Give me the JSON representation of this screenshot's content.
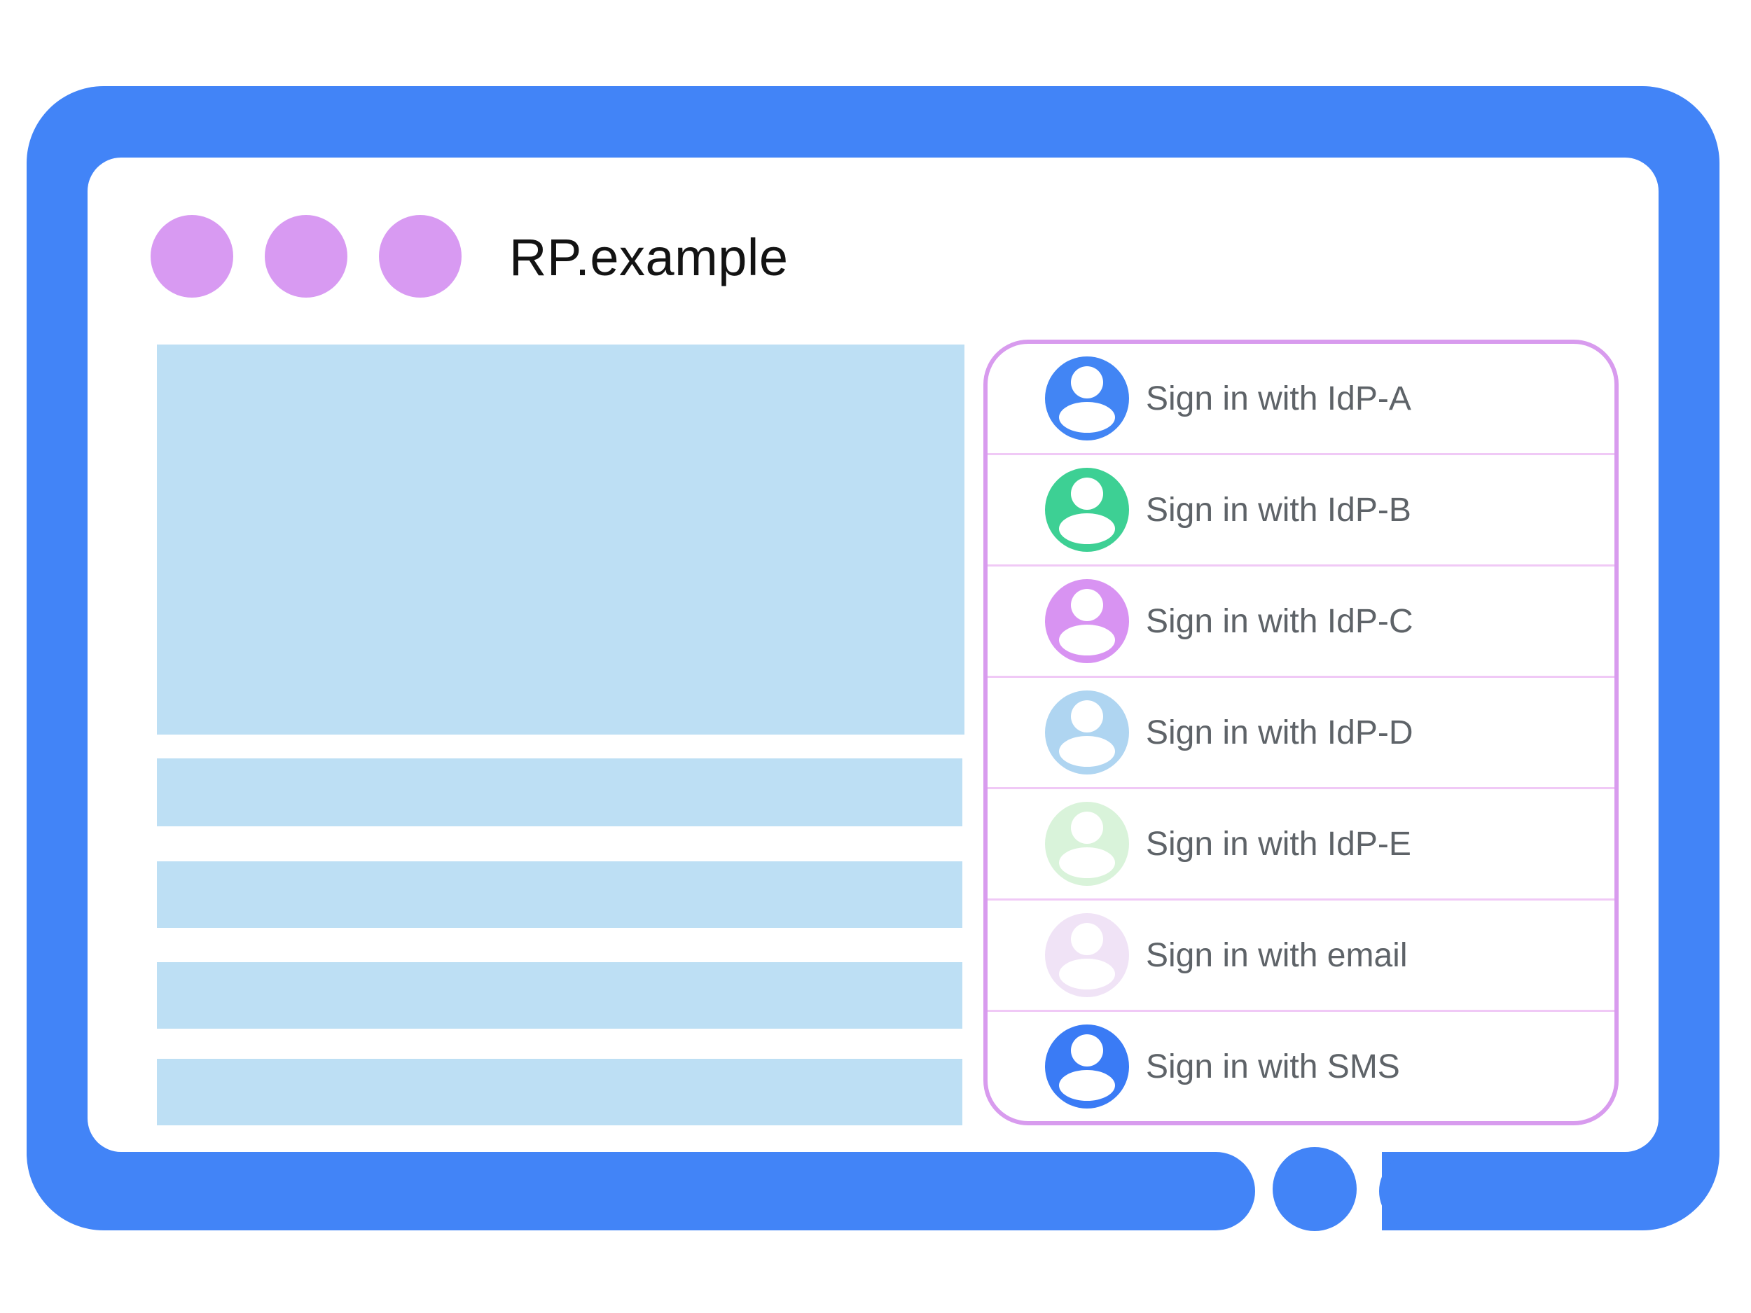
{
  "illustration": {
    "browser": {
      "title": "RP.example",
      "frame_color": "#4284F7",
      "window_dots_color": "#D89AF2",
      "placeholder_color": "#BDDFF4"
    },
    "signin_panel": {
      "border_color": "#D89BEE",
      "divider_color": "#F0C9F6",
      "label_color": "#5E6368",
      "items": [
        {
          "label": "Sign in with IdP-A",
          "avatar_color": "#4285F4",
          "icon": "person-avatar-icon"
        },
        {
          "label": "Sign in with IdP-B",
          "avatar_color": "#3DD094",
          "icon": "person-avatar-icon"
        },
        {
          "label": "Sign in with IdP-C",
          "avatar_color": "#D893F2",
          "icon": "person-avatar-icon"
        },
        {
          "label": "Sign in with IdP-D",
          "avatar_color": "#AFD5F1",
          "icon": "person-avatar-icon"
        },
        {
          "label": "Sign in with IdP-E",
          "avatar_color": "#D9F3DA",
          "icon": "person-avatar-icon"
        },
        {
          "label": "Sign in with email",
          "avatar_color": "#F0E3F6",
          "icon": "person-avatar-icon"
        },
        {
          "label": "Sign in with SMS",
          "avatar_color": "#3A7BF5",
          "icon": "person-avatar-icon"
        }
      ]
    }
  }
}
